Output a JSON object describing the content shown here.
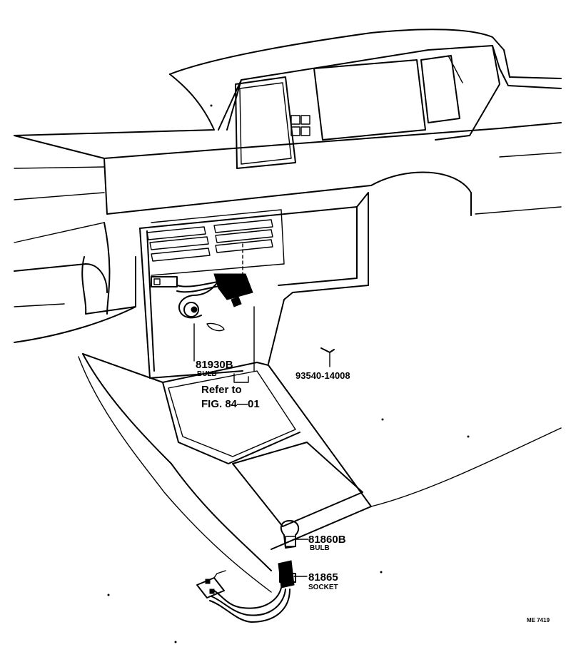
{
  "diagram": {
    "callouts": {
      "bulb_top": {
        "part_number": "81930B",
        "name": "BULB"
      },
      "refer": {
        "line1": "Refer to",
        "line2": "FIG. 84—01"
      },
      "screw": {
        "part_number": "93540-14008"
      },
      "bulb_bottom": {
        "part_number": "81860B",
        "name": "BULB"
      },
      "socket": {
        "part_number": "81865",
        "name": "SOCKET"
      }
    },
    "figure_code": "ME 7419"
  }
}
